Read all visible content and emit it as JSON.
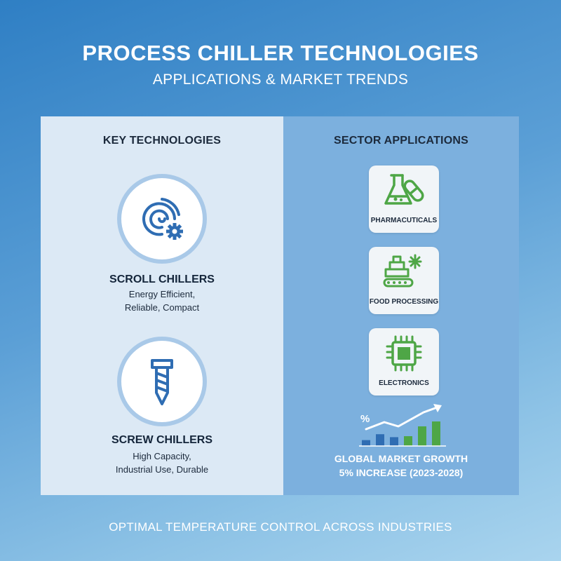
{
  "header": {
    "title": "PROCESS CHILLER TECHNOLOGIES",
    "subtitle": "APPLICATIONS & MARKET TRENDS"
  },
  "left_panel": {
    "heading": "KEY TECHNOLOGIES",
    "technologies": [
      {
        "name": "SCROLL CHILLERS",
        "desc_line1": "Energy Efficient,",
        "desc_line2": "Reliable, Compact",
        "icon": "scroll-gear-icon"
      },
      {
        "name": "SCREW CHILLERS",
        "desc_line1": "High Capacity,",
        "desc_line2": "Industrial Use, Durable",
        "icon": "screw-icon"
      }
    ]
  },
  "right_panel": {
    "heading": "SECTOR APPLICATIONS",
    "sectors": [
      {
        "label": "PHARMACUTICALS",
        "icon": "flask-pill-icon"
      },
      {
        "label": "FOOD PROCESSING",
        "icon": "conveyor-snowflake-icon"
      },
      {
        "label": "ELECTRONICS",
        "icon": "microchip-icon"
      }
    ],
    "growth": {
      "percent_symbol": "%",
      "title": "GLOBAL MARKET GROWTH",
      "subtitle": "5% INCREASE (2023-2028)",
      "bar_levels": [
        0.3,
        0.6,
        0.45,
        0.5,
        1.0,
        1.25
      ]
    }
  },
  "footer": {
    "text": "OPTIMAL TEMPERATURE CONTROL ACROSS INDUSTRIES"
  },
  "colors": {
    "primary_blue": "#2f6db3",
    "accent_green": "#4ea646",
    "panel_left": "#dce9f5",
    "panel_right": "#7cb0de"
  }
}
